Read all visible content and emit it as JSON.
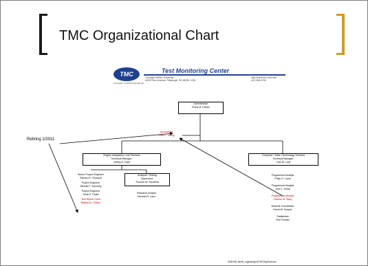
{
  "slide": {
    "title": "TMC Organizational Chart",
    "footer": "3/18/2011   stevel_organizing.txt/TMCOrgChart.doc"
  },
  "logo": {
    "mark": "TMC",
    "name": "Test Monitoring Center",
    "address_line1": "Carnegie Mellon University",
    "address_line2": "6325 Penn Avenue, Pittsburgh, PA 15206, USA",
    "url_line1": "http://www.tmc.cmu.edu",
    "url_line2": "412-268-4700",
    "tagline": "A Program of ASTM International"
  },
  "annotation": {
    "retiring": "Retiring 1/2011"
  },
  "org": {
    "director": {
      "title": "Administrator",
      "name": "Frank M. Farber"
    },
    "assistant": {
      "title": "Accountant",
      "name": "Ellen L. Young"
    },
    "engine_services": {
      "title": "Engine Integration / Lab Services",
      "manager": "Technical Manager:",
      "name": "Jeffrey A. Clark"
    },
    "left_staff": [
      {
        "title": "Senior Project Engineer",
        "name": "Richard E. Grundza",
        "highlight": false
      },
      {
        "title": "Project Engineer",
        "name": "Michael T. Donnelly",
        "highlight": false
      },
      {
        "title": "Project Engineer",
        "name": "Scott G. Parke",
        "highlight": false
      },
      {
        "title": "Test Report Clerk",
        "name": "Barbara A. Parker",
        "highlight": true
      }
    ],
    "analysis": {
      "title": "Analysis / Testing",
      "role": "Supervisor:",
      "name": "Thomas W. Schofield"
    },
    "analysis_staff": [
      {
        "title": "Research Analyst",
        "name": "Michael R. Lanz"
      }
    ],
    "computer_services": {
      "title": "Computer / Data / Technology Services",
      "manager": "Technical Manager:",
      "name": "Dan W. Leaf"
    },
    "right_staff": [
      {
        "title": "Programmer/Analyst",
        "name": "Philip G. Lowe",
        "highlight": false
      },
      {
        "title": "Programmer/Analyst",
        "name": "John L. Howe",
        "highlight": false
      },
      {
        "title": "Programmer/Analyst",
        "name": "Carlene M. Stary",
        "highlight": true
      },
      {
        "title": "Network Coordinator",
        "name": "David W. Hoeper",
        "highlight": false
      },
      {
        "title": "Statistician",
        "name": "Ron Ronald",
        "highlight": false
      }
    ]
  }
}
